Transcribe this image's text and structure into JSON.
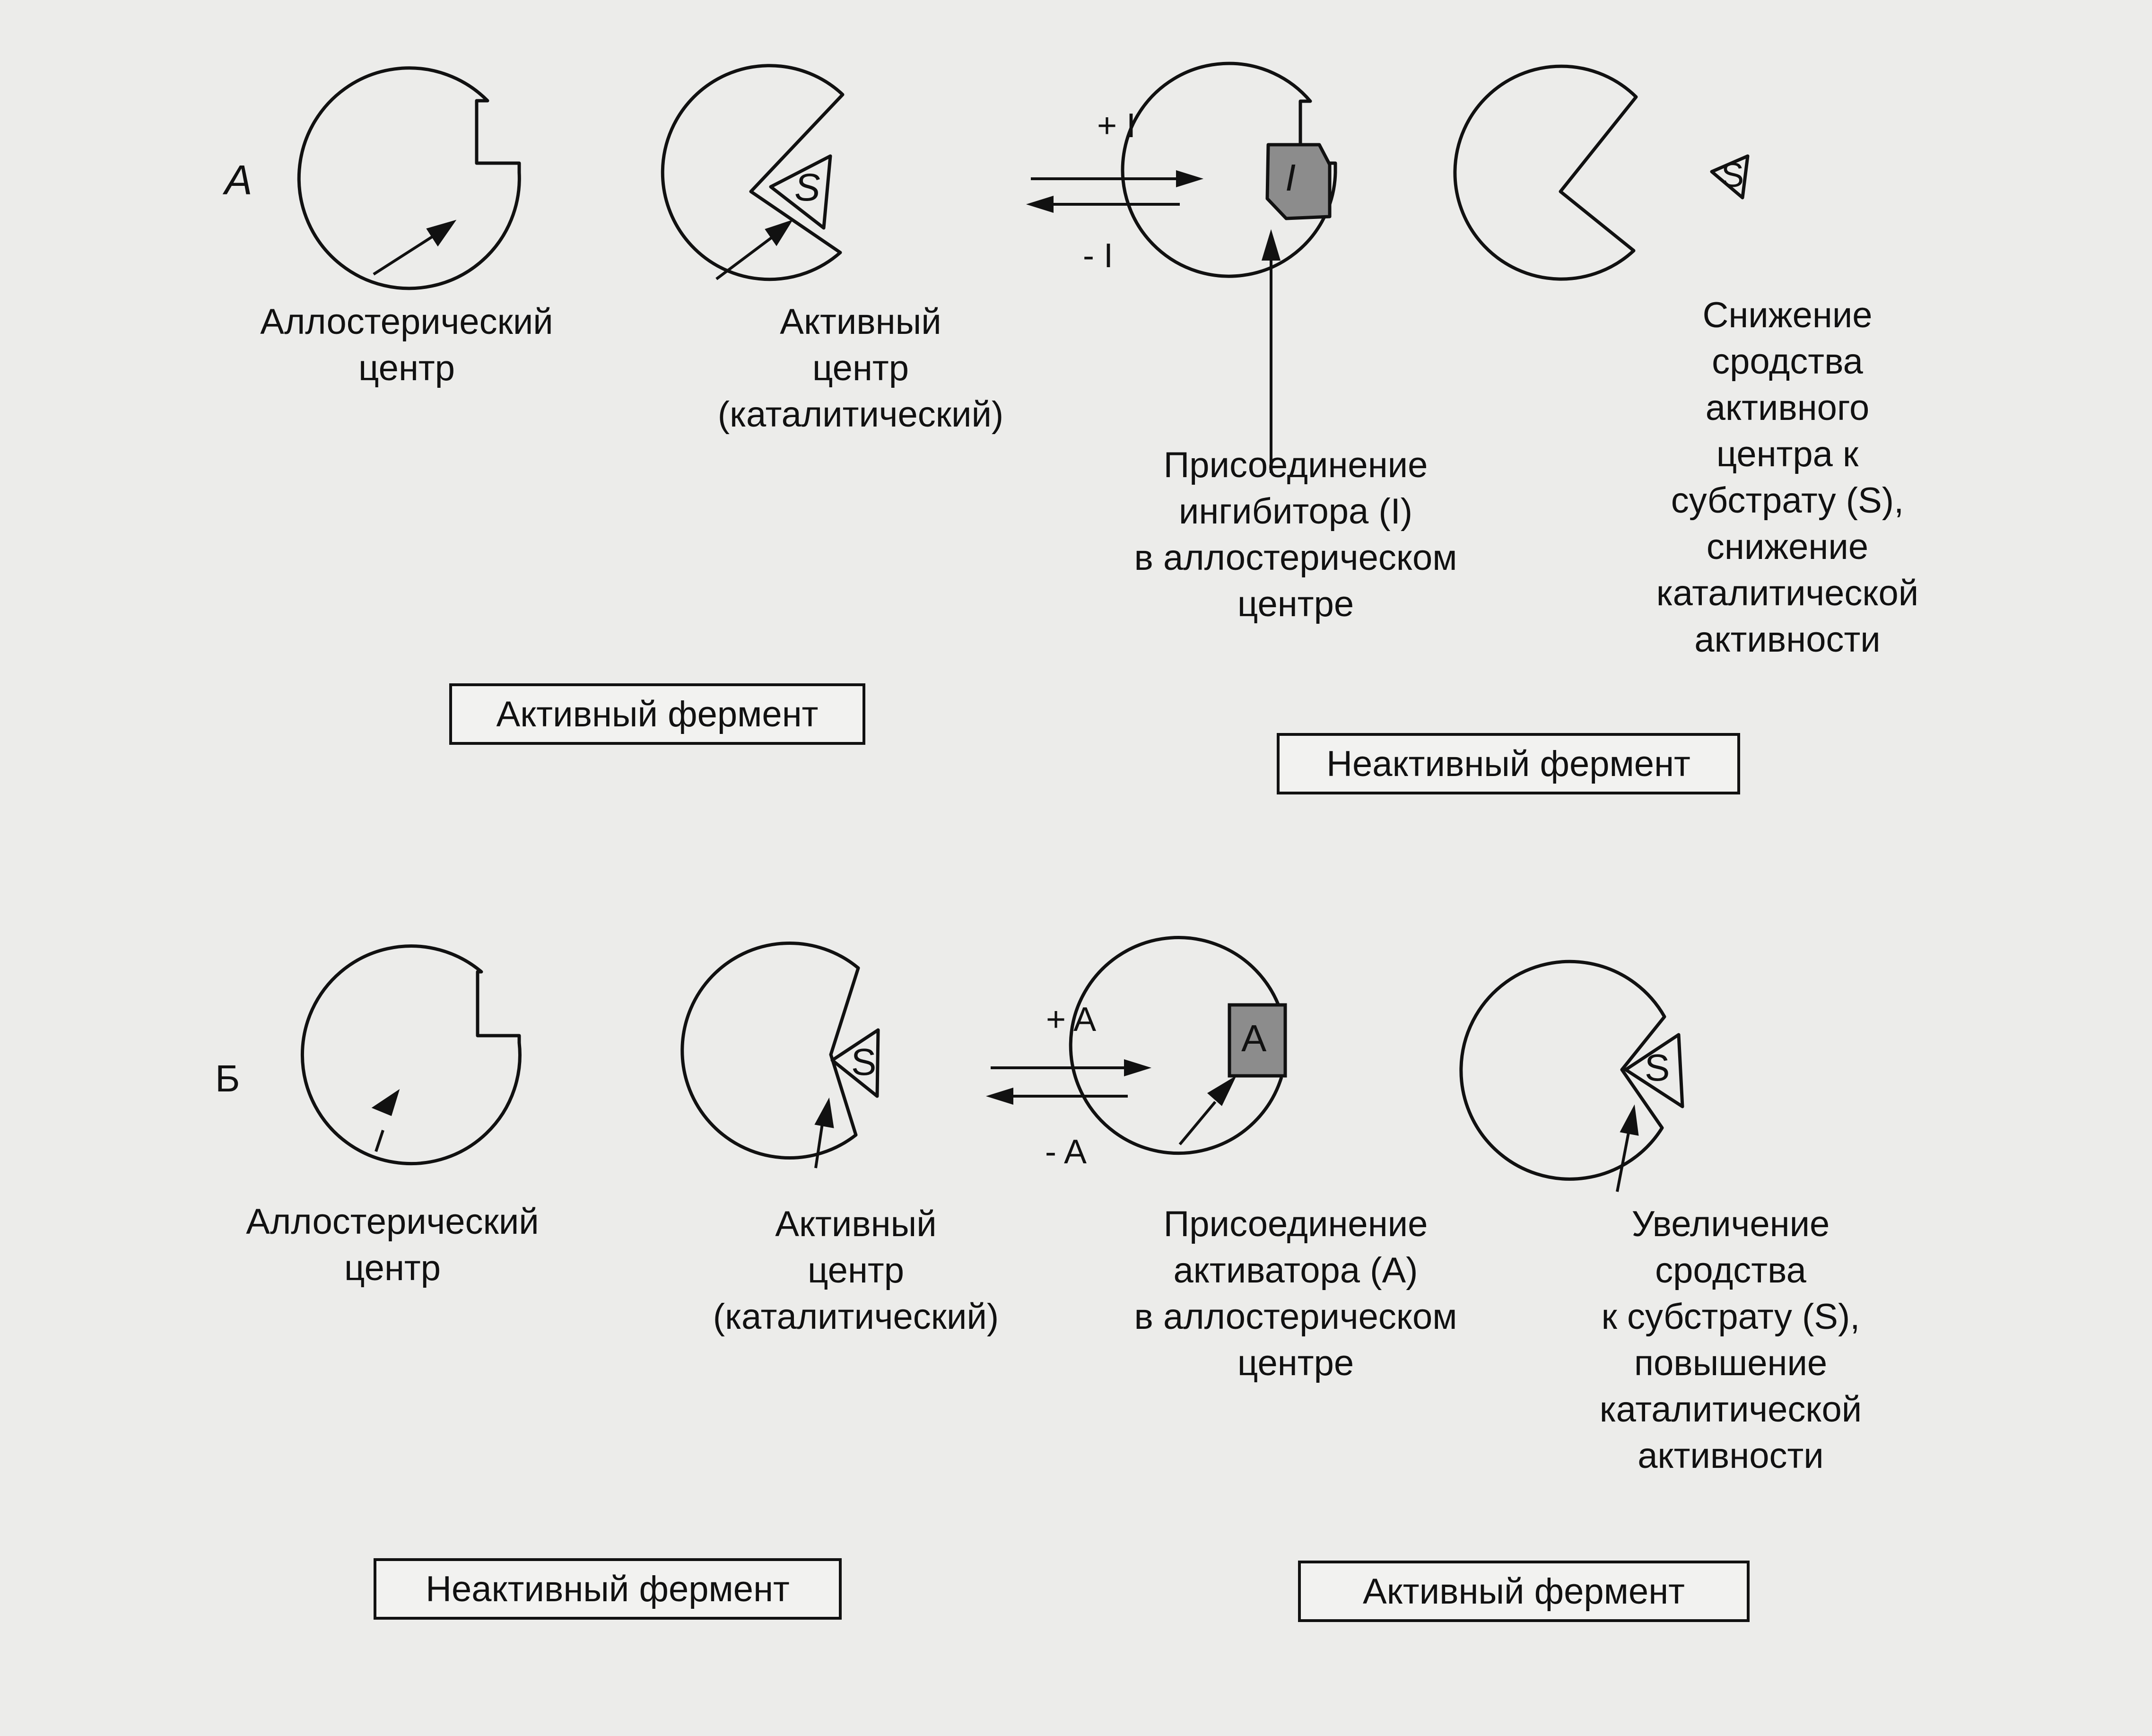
{
  "panel_a": {
    "letter": "А",
    "left": {
      "allosteric_label": "Аллостерический\nцентр",
      "active_label": "Активный\nцентр\n(каталитический)",
      "substrate": "S",
      "state": "Активный фермент"
    },
    "arrow_forward": "+ I",
    "arrow_back": "- I",
    "right": {
      "effector": "I",
      "substrate": "S",
      "effector_label": "Присоединение\nингибитора (I)\nв аллостерическом\nцентре",
      "effect_label": "Снижение\nсродства\nактивного\nцентра к\nсубстрату (S),\nснижение\nкаталитической\nактивности",
      "state": "Неактивный фермент"
    }
  },
  "panel_b": {
    "letter": "Б",
    "left": {
      "allosteric_label": "Аллостерический\nцентр",
      "active_label": "Активный\nцентр\n(каталитический)",
      "substrate": "S",
      "state": "Неактивный фермент"
    },
    "arrow_forward": "+ A",
    "arrow_back": "- A",
    "right": {
      "effector": "A",
      "substrate": "S",
      "effector_label": "Присоединение\nактиватора (A)\nв аллостерическом\nцентре",
      "effect_label": "Увеличение\nсродства\nк субстрату (S),\nповышение\nкаталитической\nактивности",
      "state": "Активный фермент"
    }
  },
  "colors": {
    "effector_fill": "#8c8c8c",
    "line": "#111111",
    "background": "#ececea"
  }
}
